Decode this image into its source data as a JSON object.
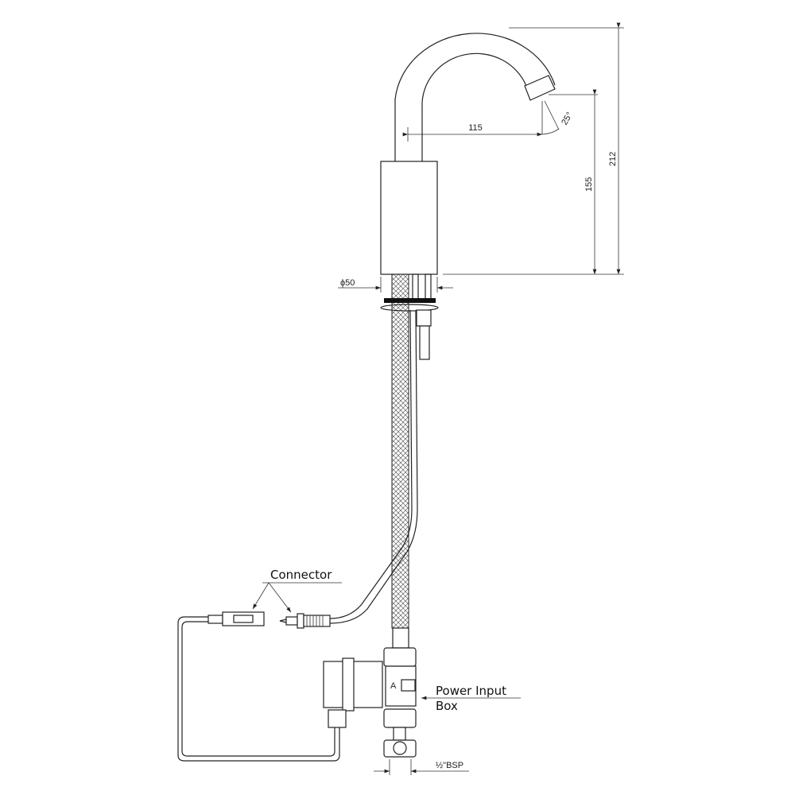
{
  "dimensions": {
    "total_height": "212",
    "spout_height": "155",
    "spout_reach": "115",
    "spout_angle": "25°",
    "body_diameter": "ϕ50",
    "inlet_thread": "½\"BSP"
  },
  "labels": {
    "connector": "Connector",
    "power_input_line1": "Power Input",
    "power_input_line2": "Box"
  },
  "colors": {
    "line": "#222222",
    "background": "#ffffff"
  }
}
